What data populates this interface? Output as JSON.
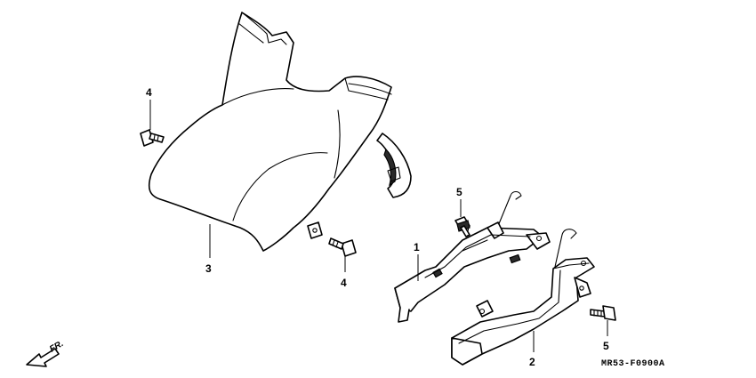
{
  "callouts": {
    "c1": "1",
    "c2": "2",
    "c3": "3",
    "c4a": "4",
    "c4b": "4",
    "c5a": "5",
    "c5b": "5"
  },
  "direction_label": "FR.",
  "drawing_code": "MR53-F0900A",
  "colors": {
    "line": "#000000",
    "background": "#ffffff",
    "fill_dark": "#2a2a2a"
  }
}
